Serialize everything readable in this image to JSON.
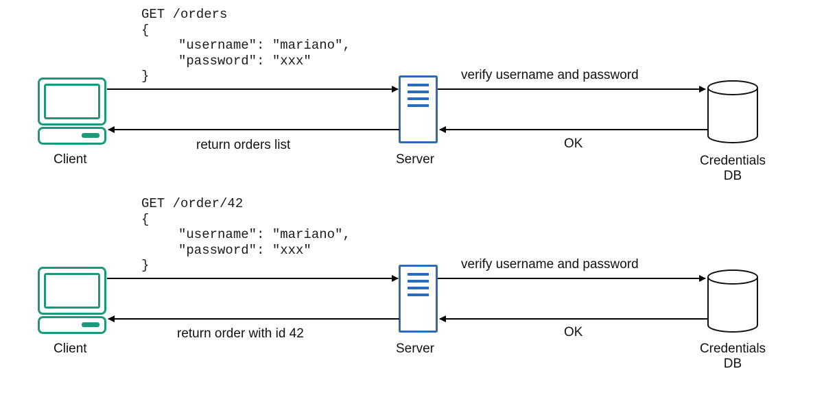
{
  "diagram": {
    "colors": {
      "client": "#1a9a7b",
      "server": "#2b6cb8",
      "database": "#111111",
      "arrow": "#000000"
    },
    "panels": [
      {
        "request": {
          "line": "GET /orders",
          "open": "{",
          "username": "\"username\": \"mariano\",",
          "password": "\"password\": \"xxx\"",
          "close": "}"
        },
        "client_label": "Client",
        "server_label": "Server",
        "db_label_line1": "Credentials",
        "db_label_line2": "DB",
        "verify_label": "verify username and password",
        "ok_label": "OK",
        "response_label": "return orders list"
      },
      {
        "request": {
          "line": "GET /order/42",
          "open": "{",
          "username": "\"username\": \"mariano\",",
          "password": "\"password\": \"xxx\"",
          "close": "}"
        },
        "client_label": "Client",
        "server_label": "Server",
        "db_label_line1": "Credentials",
        "db_label_line2": "DB",
        "verify_label": "verify username and password",
        "ok_label": "OK",
        "response_label": "return order with id 42"
      }
    ]
  }
}
